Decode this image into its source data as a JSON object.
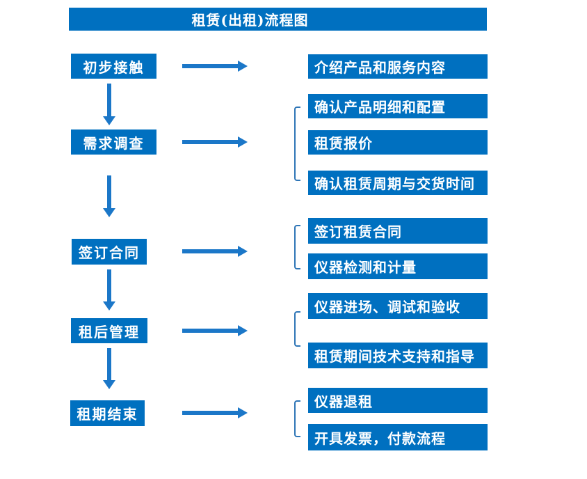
{
  "title": "租赁(出租)流程图",
  "colors": {
    "box_blue": "#0070C0",
    "arrow_blue": "#1B77C8",
    "bracket_blue": "#2E75B6",
    "text_color": "#FFFFFF",
    "background": "#FFFFFF"
  },
  "steps": [
    {
      "label": "初步接触",
      "details": [
        "介绍产品和服务内容"
      ]
    },
    {
      "label": "需求调查",
      "details": [
        "确认产品明细和配置",
        "租赁报价",
        "确认租赁周期与交货时间"
      ]
    },
    {
      "label": "签订合同",
      "details": [
        "签订租赁合同",
        "仪器检测和计量"
      ]
    },
    {
      "label": "租后管理",
      "details": [
        "仪器进场、调试和验收",
        "租赁期间技术支持和指导"
      ]
    },
    {
      "label": "租期结束",
      "details": [
        "仪器退租",
        "开具发票，付款流程"
      ]
    }
  ]
}
